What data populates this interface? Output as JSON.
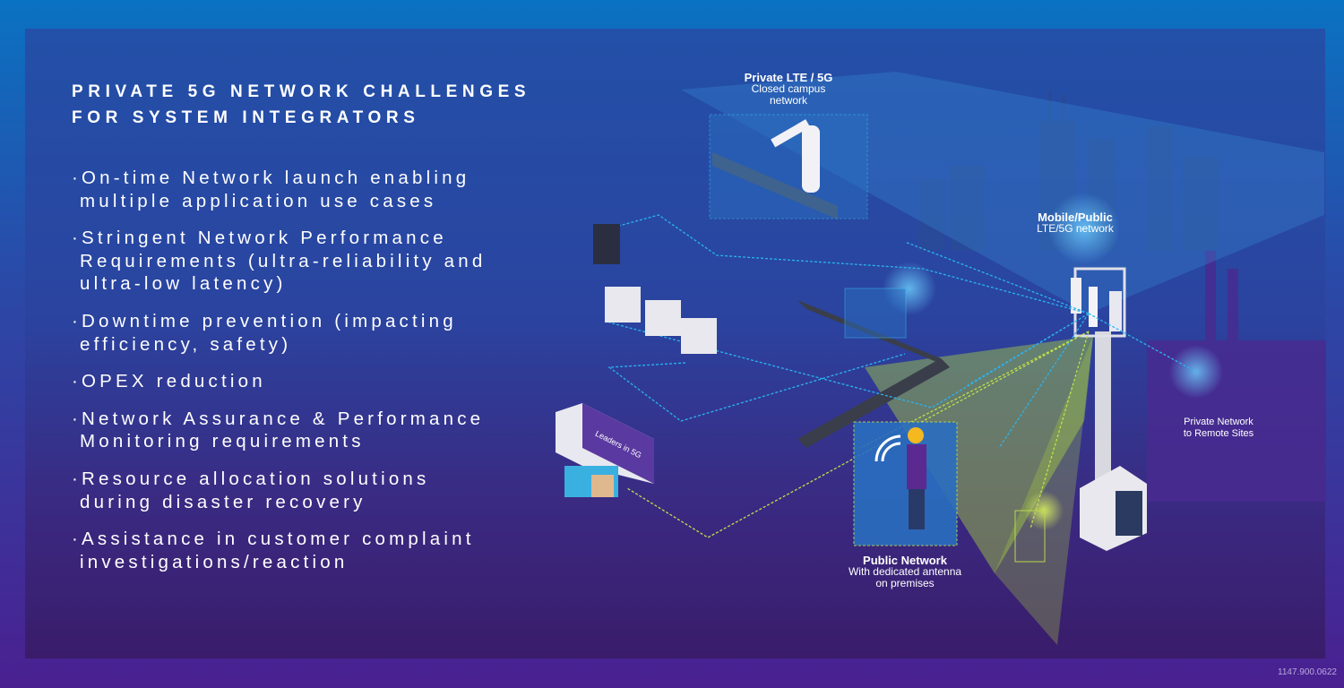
{
  "title": {
    "line1": "PRIVATE 5G NETWORK CHALLENGES",
    "line2": "FOR SYSTEM INTEGRATORS"
  },
  "bullets": [
    "On-time Network launch enabling multiple application use cases",
    "Stringent Network Performance Requirements (ultra-reliability and ultra-low latency)",
    "Downtime prevention (impacting efficiency, safety)",
    "OPEX reduction",
    "Network Assurance & Performance Monitoring requirements",
    "Resource allocation solutions during disaster recovery",
    "Assistance in customer complaint investigations/reaction"
  ],
  "labels": {
    "private": {
      "title": "Private LTE / 5G",
      "sub1": "Closed campus",
      "sub2": "network"
    },
    "mobile": {
      "title": "Mobile/Public",
      "sub1": "LTE/5G network"
    },
    "remote": {
      "line1": "Private Network",
      "line2": "to Remote Sites"
    },
    "public": {
      "title": "Public Network",
      "sub1": "With dedicated antenna",
      "sub2": "on premises"
    },
    "truck": "Leaders in 5G"
  },
  "footer_code": "1147.900.0622",
  "colors": {
    "accent_blue": "#2ab4f0",
    "accent_green": "#b8d84a"
  }
}
